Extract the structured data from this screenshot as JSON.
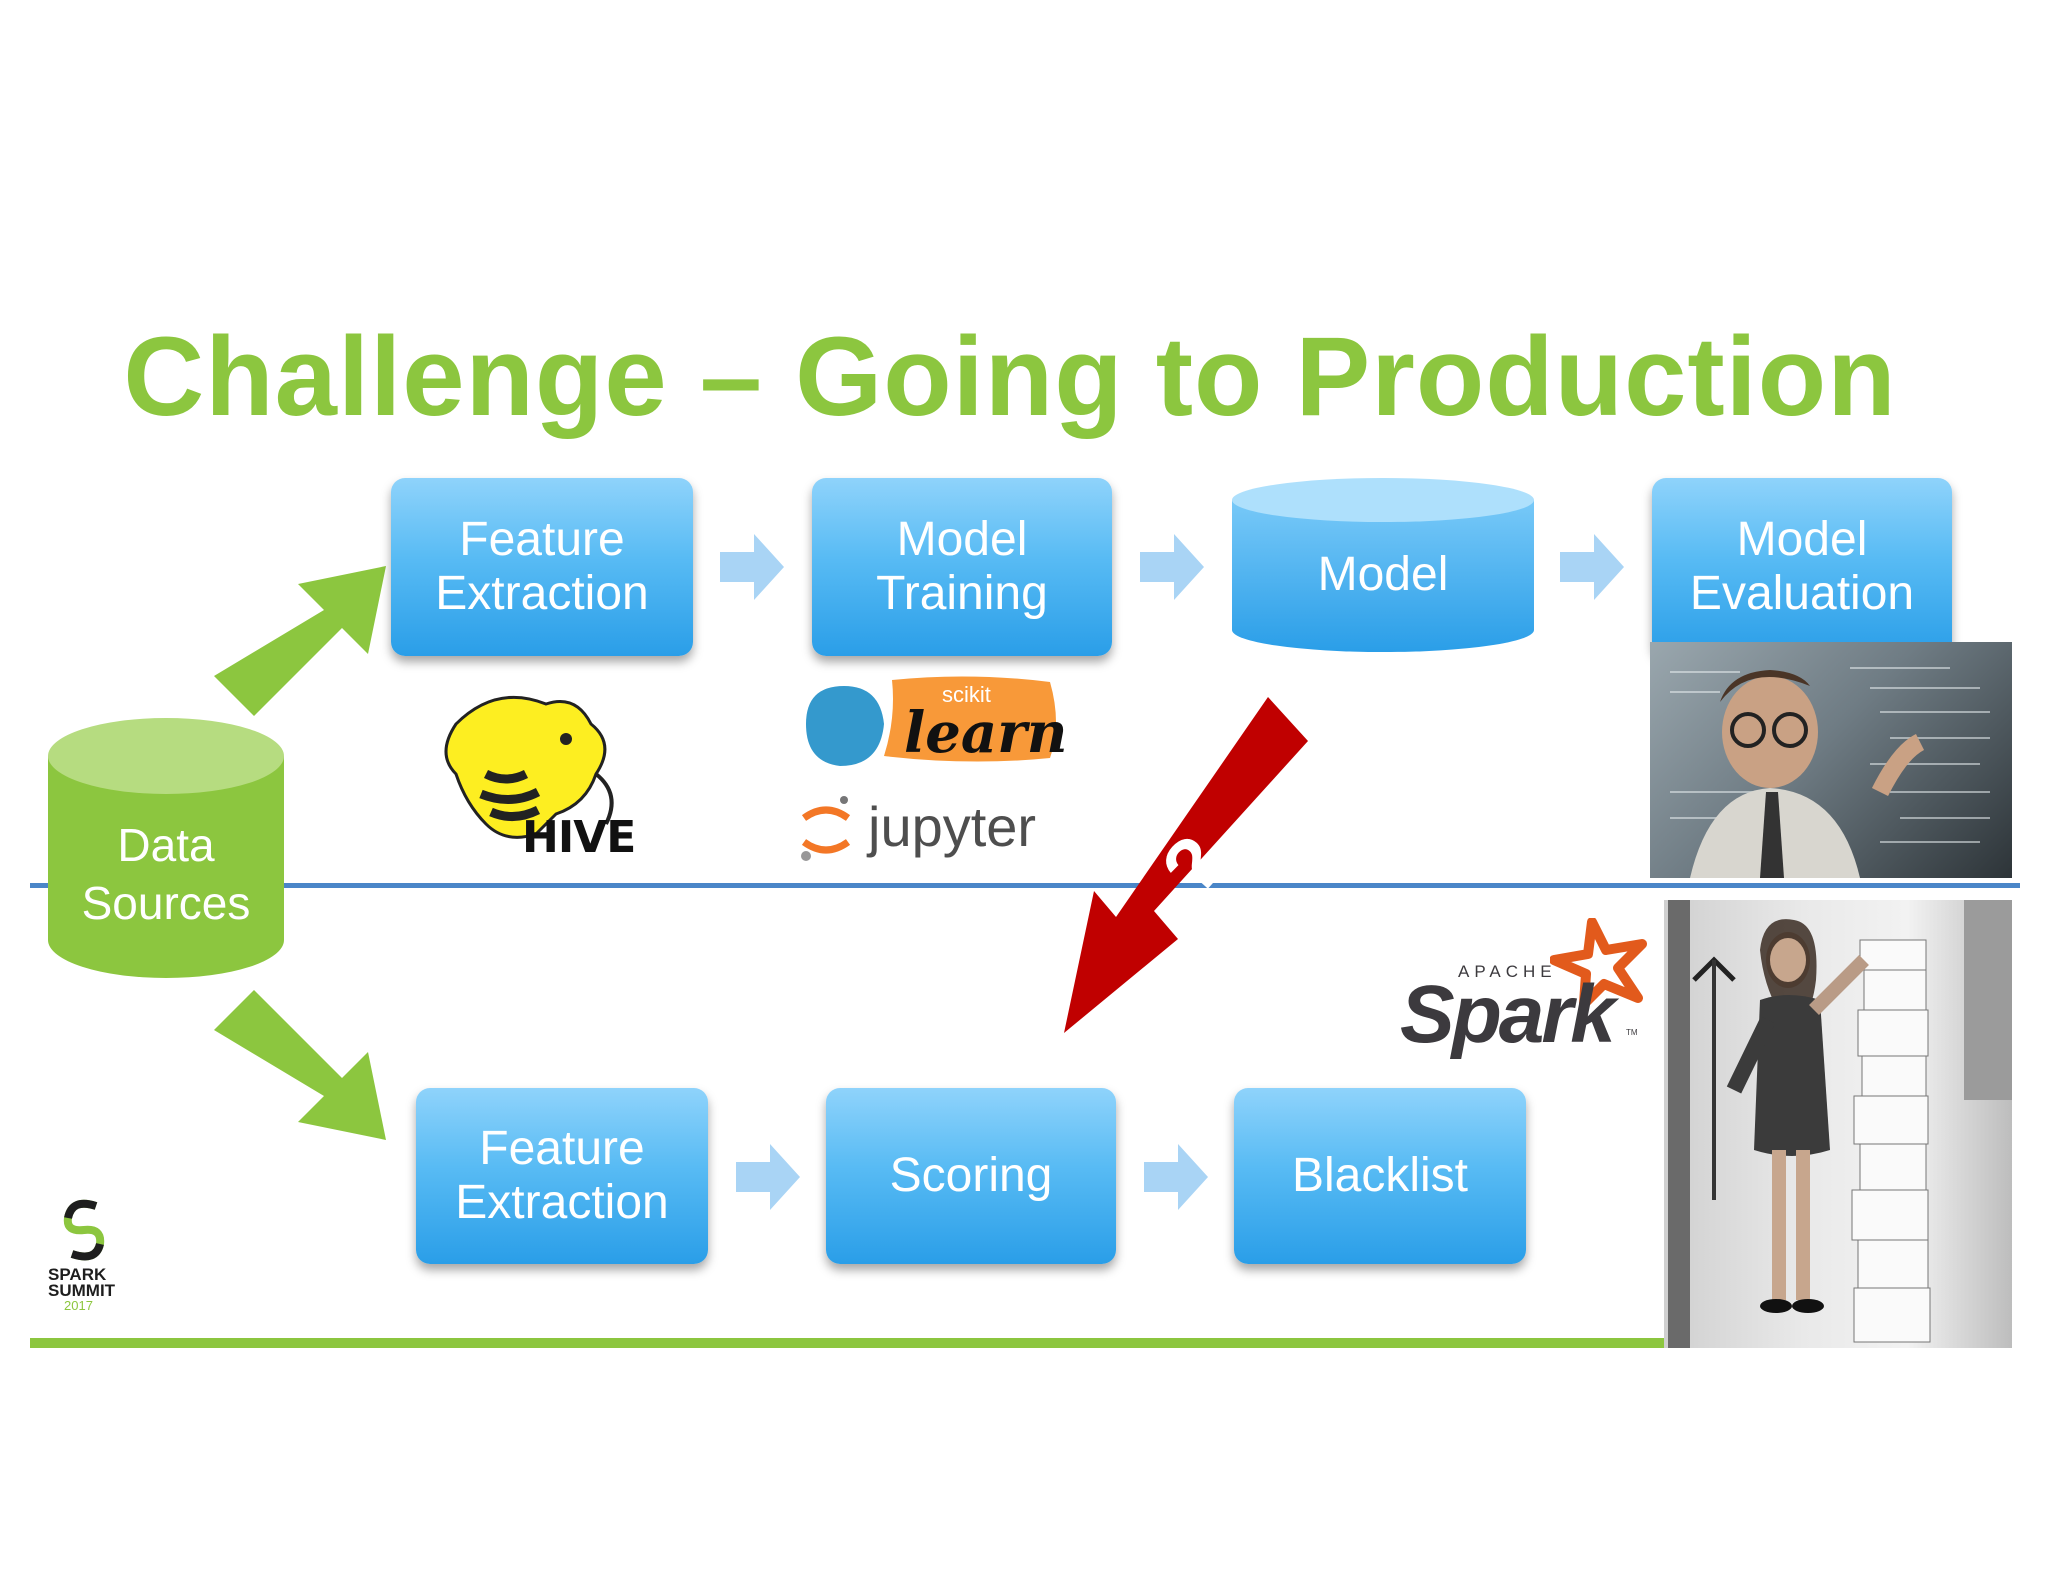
{
  "slide": {
    "title": "Challenge – Going to Production"
  },
  "data_sources": {
    "line1": "Data",
    "line2": "Sources",
    "color": "#8cc63f"
  },
  "top_row": {
    "feature_extraction": {
      "line1": "Feature",
      "line2": "Extraction"
    },
    "model_training": {
      "line1": "Model",
      "line2": "Training"
    },
    "model": {
      "label": "Model"
    },
    "model_evaluation": {
      "line1": "Model",
      "line2": "Evaluation"
    }
  },
  "bottom_row": {
    "feature_extraction": {
      "line1": "Feature",
      "line2": "Extraction"
    },
    "scoring": {
      "label": "Scoring"
    },
    "blacklist": {
      "label": "Blacklist"
    }
  },
  "question_arrow": {
    "label": "?",
    "color": "#c00000"
  },
  "logos": {
    "hive": "HIVE",
    "scikit_top": "scikit",
    "scikit_main": "learn",
    "jupyter": "jupyter",
    "spark_top": "APACHE",
    "spark_main": "Spark",
    "spark_tm": "TM",
    "summit_line1": "SPARK",
    "summit_line2": "SUMMIT",
    "summit_year": "2017"
  },
  "colors": {
    "accent_green": "#8cc63f",
    "divider_blue": "#4a86c8",
    "box_blue": "#3aa8ee"
  }
}
